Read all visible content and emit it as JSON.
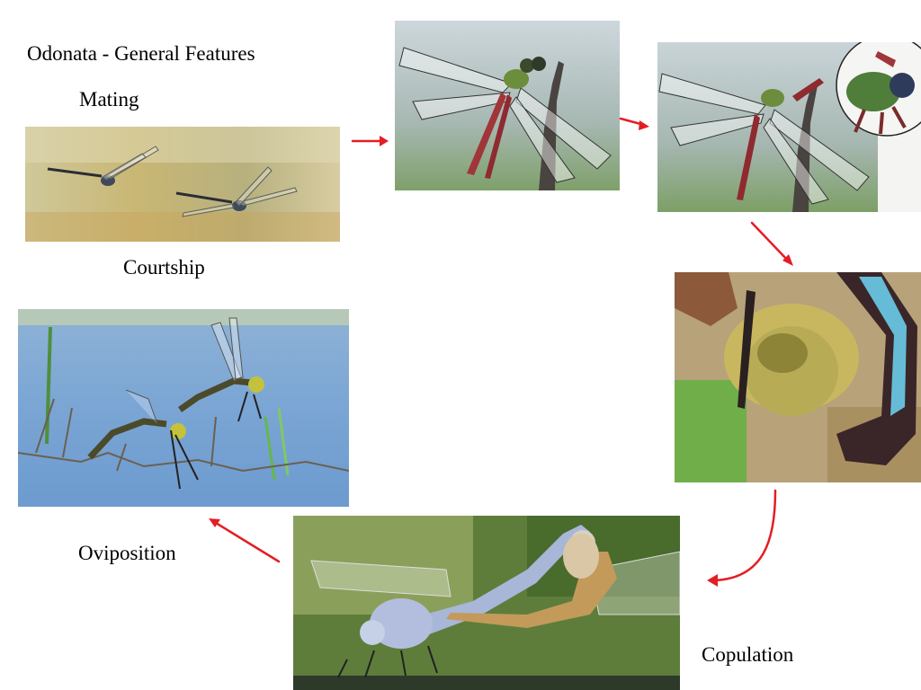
{
  "slide": {
    "title": "Odonata - General Features",
    "subtitle": "Mating"
  },
  "captions": {
    "courtship": "Courtship",
    "oviposition": "Oviposition",
    "copulation": "Copulation"
  },
  "colors": {
    "arrow": "#e31e24",
    "background": "#ffffff"
  }
}
